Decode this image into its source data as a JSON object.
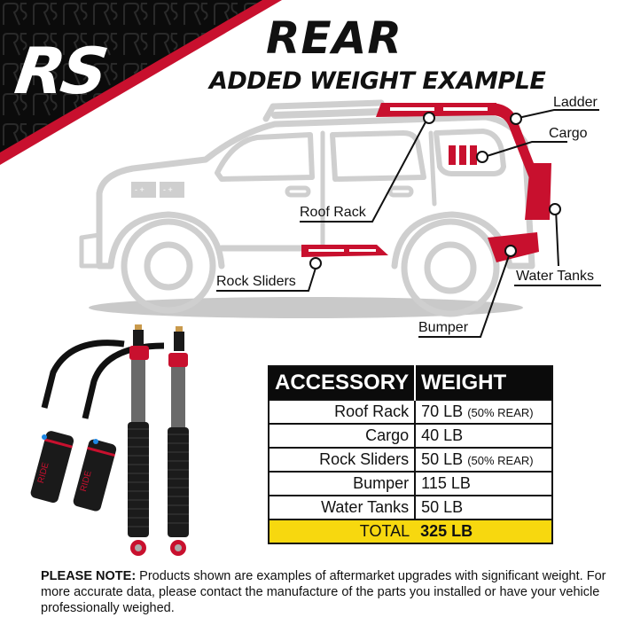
{
  "brand": {
    "logo_text": "RS",
    "accent_color": "#c8102e",
    "dark_color": "#0b0b0b",
    "total_highlight_color": "#f7d80f"
  },
  "header": {
    "title": "REAR",
    "subtitle": "ADDED WEIGHT EXAMPLE"
  },
  "diagram": {
    "callouts": [
      {
        "id": "ladder",
        "label": "Ladder"
      },
      {
        "id": "cargo",
        "label": "Cargo"
      },
      {
        "id": "roof-rack",
        "label": "Roof Rack"
      },
      {
        "id": "water-tanks",
        "label": "Water Tanks"
      },
      {
        "id": "rock-sliders",
        "label": "Rock Sliders"
      },
      {
        "id": "bumper",
        "label": "Bumper"
      }
    ]
  },
  "product_image": {
    "label": "RIDE shock absorbers with remote reservoirs",
    "reservoir_text": "RIDE"
  },
  "weight_table": {
    "headers": [
      "ACCESSORY",
      "WEIGHT"
    ],
    "rows": [
      {
        "accessory": "Roof Rack",
        "weight": "70 LB",
        "note": "(50% REAR)"
      },
      {
        "accessory": "Cargo",
        "weight": "40 LB",
        "note": ""
      },
      {
        "accessory": "Rock Sliders",
        "weight": "50 LB",
        "note": "(50% REAR)"
      },
      {
        "accessory": "Bumper",
        "weight": "115 LB",
        "note": ""
      },
      {
        "accessory": "Water Tanks",
        "weight": "50 LB",
        "note": ""
      }
    ],
    "total": {
      "label": "TOTAL",
      "value": "325 LB"
    }
  },
  "footer": {
    "note_label": "PLEASE NOTE:",
    "note_text": " Products shown are examples of aftermarket upgrades with significant weight. For more accurate data, please contact the manufacture of the parts you installed or have your vehicle professionally weighed."
  }
}
